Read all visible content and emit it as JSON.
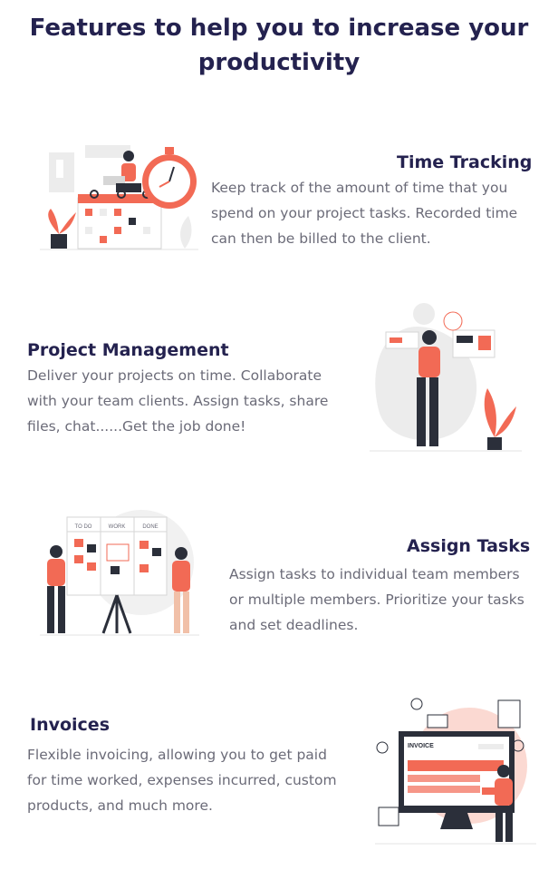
{
  "page": {
    "title_line1": "Features to help you to increase your",
    "title_line2": "productivity"
  },
  "features": [
    {
      "heading": "Time Tracking",
      "lines": [
        "Keep track of the amount of time that you",
        "spend on your project tasks. Recorded time",
        "can then be billed to the client."
      ],
      "illustration": "time-tracking-illustration"
    },
    {
      "heading": "Project Management",
      "lines": [
        "Deliver your projects on time. Collaborate",
        "with your team clients. Assign tasks, share",
        "files, chat......Get the job done!"
      ],
      "illustration": "project-management-illustration"
    },
    {
      "heading": "Assign Tasks",
      "lines": [
        "Assign tasks to individual team members",
        "or multiple members. Prioritize your tasks",
        "and set deadlines."
      ],
      "illustration": "assign-tasks-illustration",
      "board_columns": [
        "TO DO",
        "WORK",
        "DONE"
      ]
    },
    {
      "heading": "Invoices",
      "lines": [
        "Flexible invoicing, allowing you to get paid",
        "for time worked, expenses incurred, custom",
        "products, and much more."
      ],
      "illustration": "invoices-illustration",
      "invoice_label": "INVOICE"
    }
  ],
  "colors": {
    "heading": "#24224f",
    "body_text": "#6b6b78",
    "accent": "#f26a55",
    "dark": "#2b2f3a",
    "light_gray": "#ececec"
  }
}
